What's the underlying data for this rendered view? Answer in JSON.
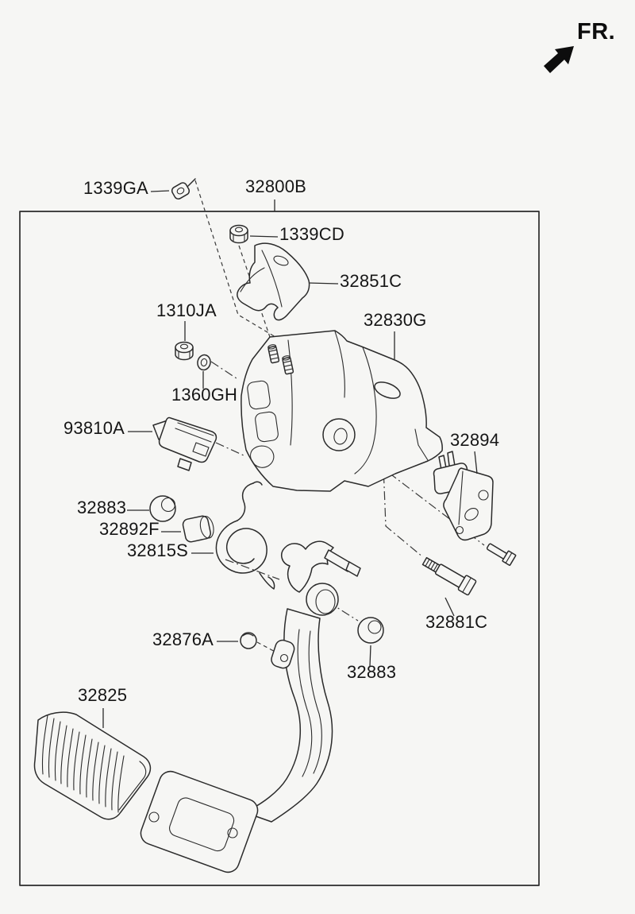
{
  "page": {
    "background": "#f6f6f4",
    "line_color": "#2b2b2b",
    "description_not_shown": ""
  },
  "orientation": {
    "label": "FR."
  },
  "labels": [
    {
      "code": "1339GA"
    },
    {
      "code": "32800B"
    },
    {
      "code": "1339CD"
    },
    {
      "code": "32851C"
    },
    {
      "code": "1310JA"
    },
    {
      "code": "32830G"
    },
    {
      "code": "1360GH"
    },
    {
      "code": "93810A"
    },
    {
      "code": "32894"
    },
    {
      "code": "32883"
    },
    {
      "code": "32892F"
    },
    {
      "code": "32815S"
    },
    {
      "code": "32881C"
    },
    {
      "code": "32876A"
    },
    {
      "code": "32883"
    },
    {
      "code": "32825"
    }
  ]
}
